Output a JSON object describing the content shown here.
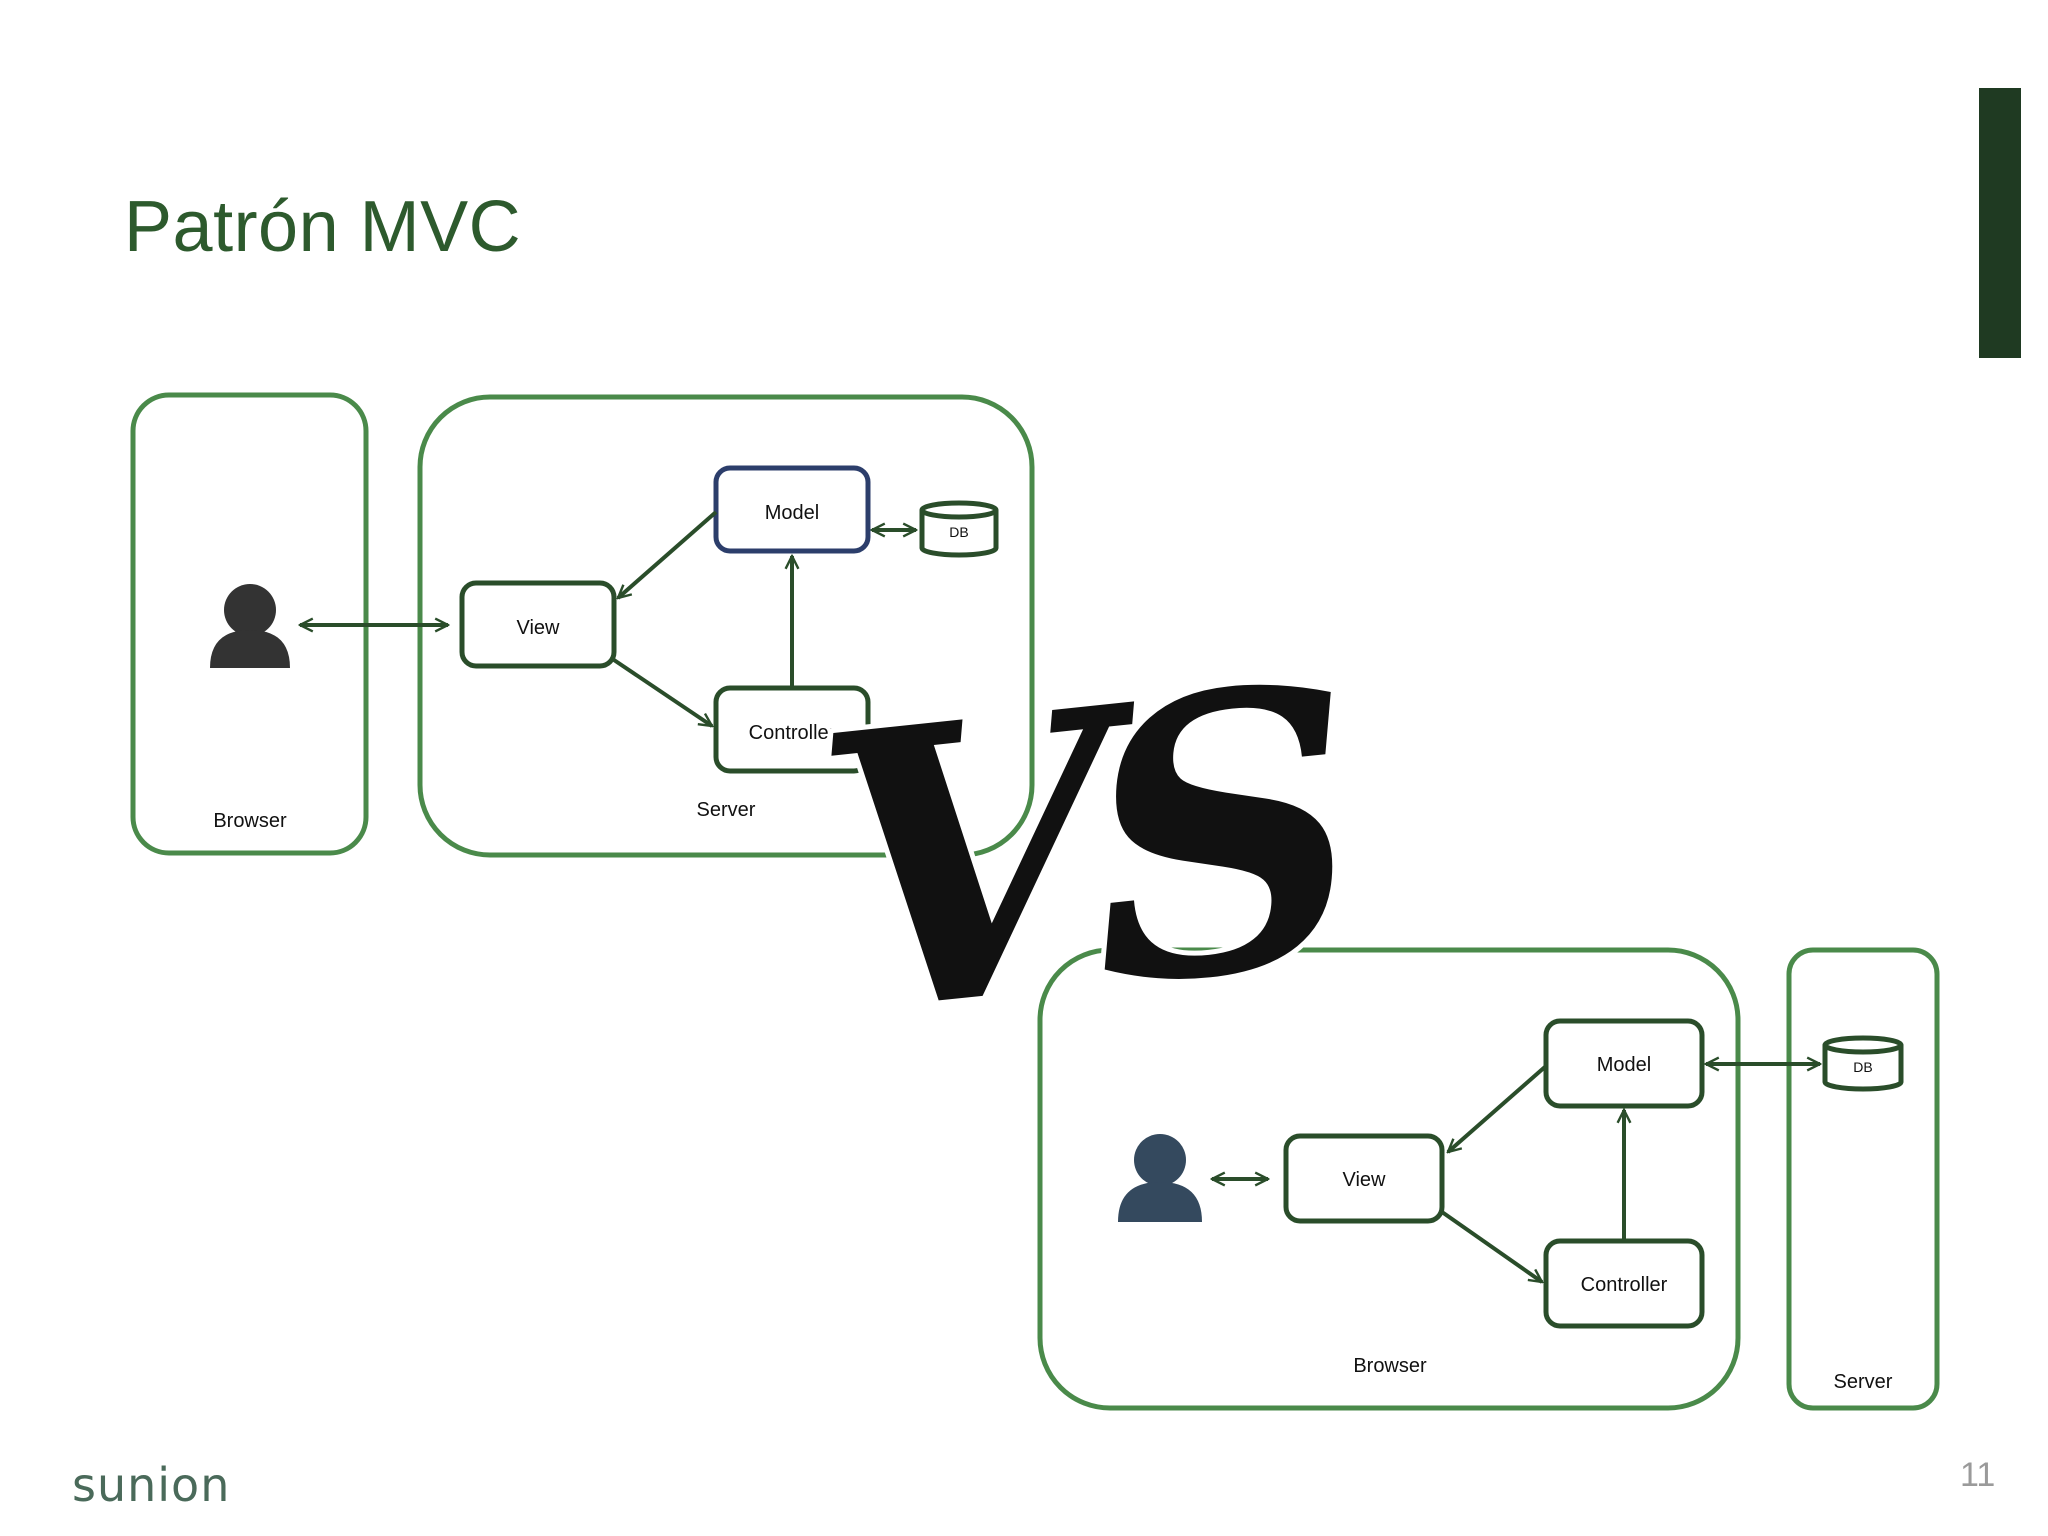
{
  "slide": {
    "title": "Patrón MVC",
    "logo_text": "sunion",
    "page_number": "11"
  },
  "colors": {
    "title": "#2d5a2d",
    "container_border": "#4a8a4a",
    "box_border": "#2a4d2a",
    "model_box_border_server": "#2c3e6b",
    "arrow": "#2a4d2a",
    "accent_bar": "#1f3a22",
    "user_icon_server": "#333333",
    "user_icon_client": "#34495e"
  },
  "diagram_server_side": {
    "browser_label": "Browser",
    "server_label": "Server",
    "model_label": "Model",
    "view_label": "View",
    "controller_label": "Controller",
    "db_label": "DB"
  },
  "versus": {
    "text": "VS"
  },
  "diagram_client_side": {
    "browser_label": "Browser",
    "server_label": "Server",
    "model_label": "Model",
    "view_label": "View",
    "controller_label": "Controller",
    "db_label": "DB"
  },
  "icons": {
    "user": "user-icon",
    "database": "database-icon"
  }
}
